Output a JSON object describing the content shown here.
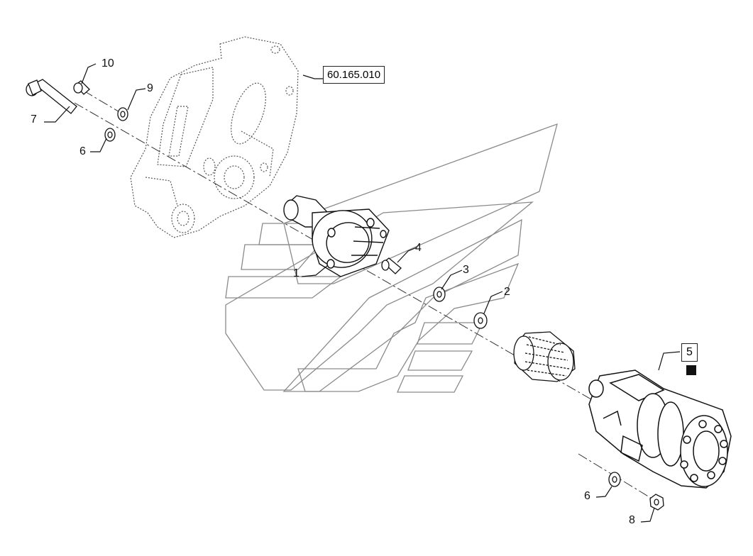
{
  "reference_label": "60.165.010",
  "callouts": {
    "c1": "1",
    "c2": "2",
    "c3": "3",
    "c4": "4",
    "c5": "5",
    "c6a": "6",
    "c6b": "6",
    "c7": "7",
    "c8": "8",
    "c9": "9",
    "c10": "10"
  },
  "colors": {
    "line": "#111111",
    "watermark": "#8a8a8a",
    "dotted_outline": "#555555"
  }
}
